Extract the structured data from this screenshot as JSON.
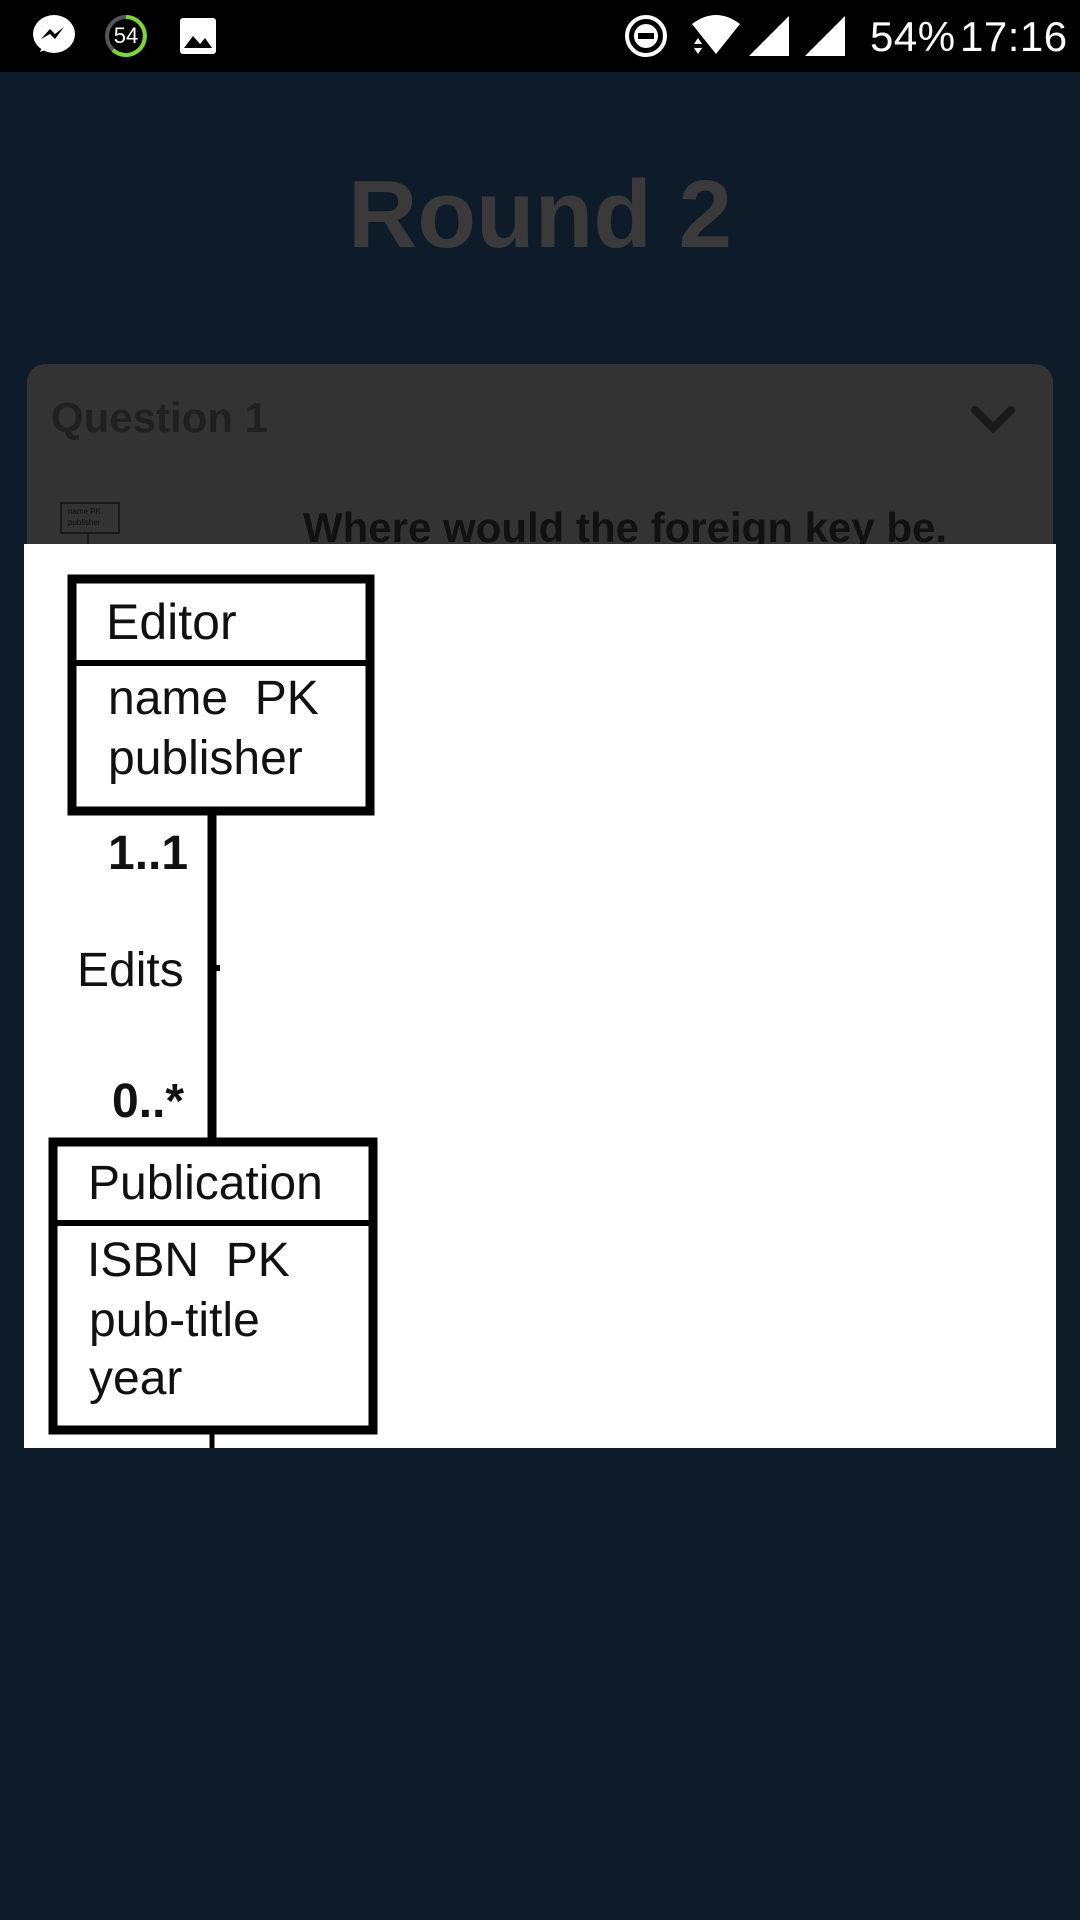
{
  "status_bar": {
    "notifications": [
      "messenger-icon",
      "progress-ring-icon",
      "image-icon"
    ],
    "ring_value": "54",
    "system_icons": [
      "do-not-disturb-icon",
      "wifi-icon",
      "signal-icon",
      "signal-icon"
    ],
    "battery": "54%",
    "time": "17:16"
  },
  "page": {
    "title": "Round 2"
  },
  "question": {
    "heading": "Question 1",
    "text": "Where would the foreign key be.",
    "expand_icon": "chevron-down-icon",
    "thumbnail_lines": [
      "name PK",
      "publisher"
    ]
  },
  "diagram": {
    "editor": {
      "name": "Editor",
      "attributes": [
        "name  PK",
        "publisher"
      ]
    },
    "relationship": {
      "label": "Edits",
      "upper_multiplicity": "1..1",
      "lower_multiplicity": "0..*"
    },
    "publication": {
      "name": "Publication",
      "attributes": [
        "ISBN  PK",
        "pub-title",
        "year"
      ]
    }
  }
}
